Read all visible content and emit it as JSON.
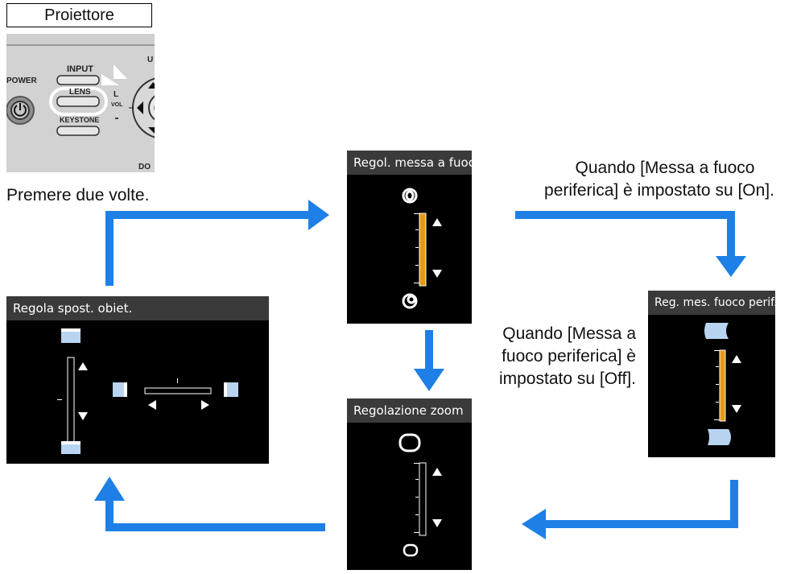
{
  "projector": {
    "label": "Proiettore",
    "buttons": {
      "power": "POWER",
      "input": "INPUT",
      "lens": "LENS",
      "keystone": "KEYSTONE",
      "vol_l": "L",
      "vol": "VOL",
      "up_partial": "U",
      "down_partial": "DO"
    }
  },
  "instruction": "Premere due volte.",
  "screens": {
    "focus": {
      "title": "Regol. messa a fuoco"
    },
    "peripheral_focus": {
      "title": "Reg. mes. fuoco perif."
    },
    "zoom": {
      "title": "Regolazione zoom"
    },
    "lens_shift": {
      "title": "Regola spost. obiet."
    }
  },
  "notes": {
    "on_line1": "Quando [Messa a fuoco",
    "on_line2": "periferica] è impostato su [On].",
    "off_line1": "Quando [Messa a",
    "off_line2": "fuoco periferica] è",
    "off_line3": "impostato su [Off]."
  },
  "colors": {
    "arrow": "#1e7fe6",
    "slider_fill": "#e69a12",
    "header": "#3a3a3a",
    "screen_bg": "#000000"
  }
}
